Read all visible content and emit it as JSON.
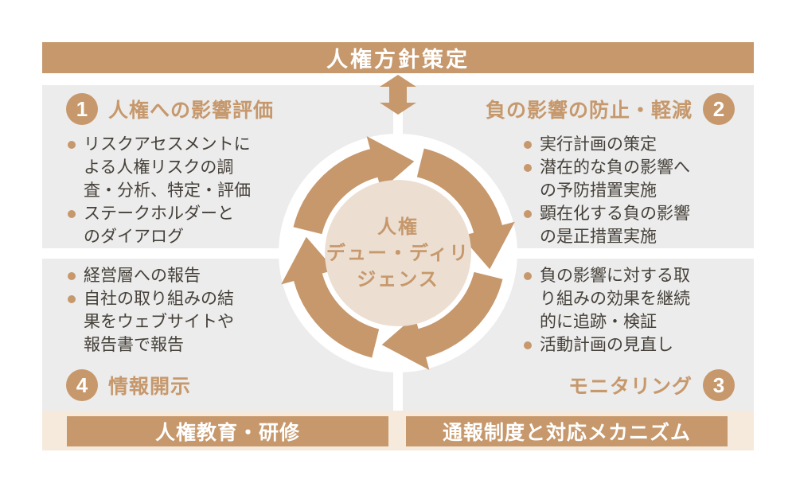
{
  "title_banner": "人権方針策定",
  "center_circle": {
    "lines": [
      "人権",
      "デュー・ディリ",
      "ジェンス"
    ]
  },
  "sections": [
    {
      "number": "1",
      "title": "人権への影響評価",
      "bullets": [
        {
          "lines": [
            "リスクアセスメントに",
            "よる人権リスクの調",
            "査・分析、特定・評価"
          ]
        },
        {
          "lines": [
            "ステークホルダーと",
            "のダイアログ"
          ]
        }
      ]
    },
    {
      "number": "2",
      "title": "負の影響の防止・軽減",
      "bullets": [
        {
          "lines": [
            "実行計画の策定"
          ]
        },
        {
          "lines": [
            "潜在的な負の影響へ",
            "の予防措置実施"
          ]
        },
        {
          "lines": [
            "顕在化する負の影響",
            "の是正措置実施"
          ]
        }
      ]
    },
    {
      "number": "3",
      "title": "モニタリング",
      "bullets": [
        {
          "lines": [
            "負の影響に対する取",
            "り組みの効果を継続",
            "的に追跡・検証"
          ]
        },
        {
          "lines": [
            "活動計画の見直し"
          ]
        }
      ]
    },
    {
      "number": "4",
      "title": "情報開示",
      "bullets": [
        {
          "lines": [
            "経営層への報告"
          ]
        },
        {
          "lines": [
            "自社の取り組みの結",
            "果をウェブサイトや",
            "報告書で報告"
          ]
        }
      ]
    }
  ],
  "bottom_banners": [
    {
      "label": "人権教育・研修"
    },
    {
      "label": "通報制度と対応メカニズム"
    }
  ],
  "colors": {
    "tan": "#C6986C",
    "panel_gray": "#ECECEC",
    "center_beige": "#ECDFD2",
    "strip_beige": "#F5EADC",
    "bullet_text": "#454039",
    "banner_text": "#FFFFFF"
  }
}
